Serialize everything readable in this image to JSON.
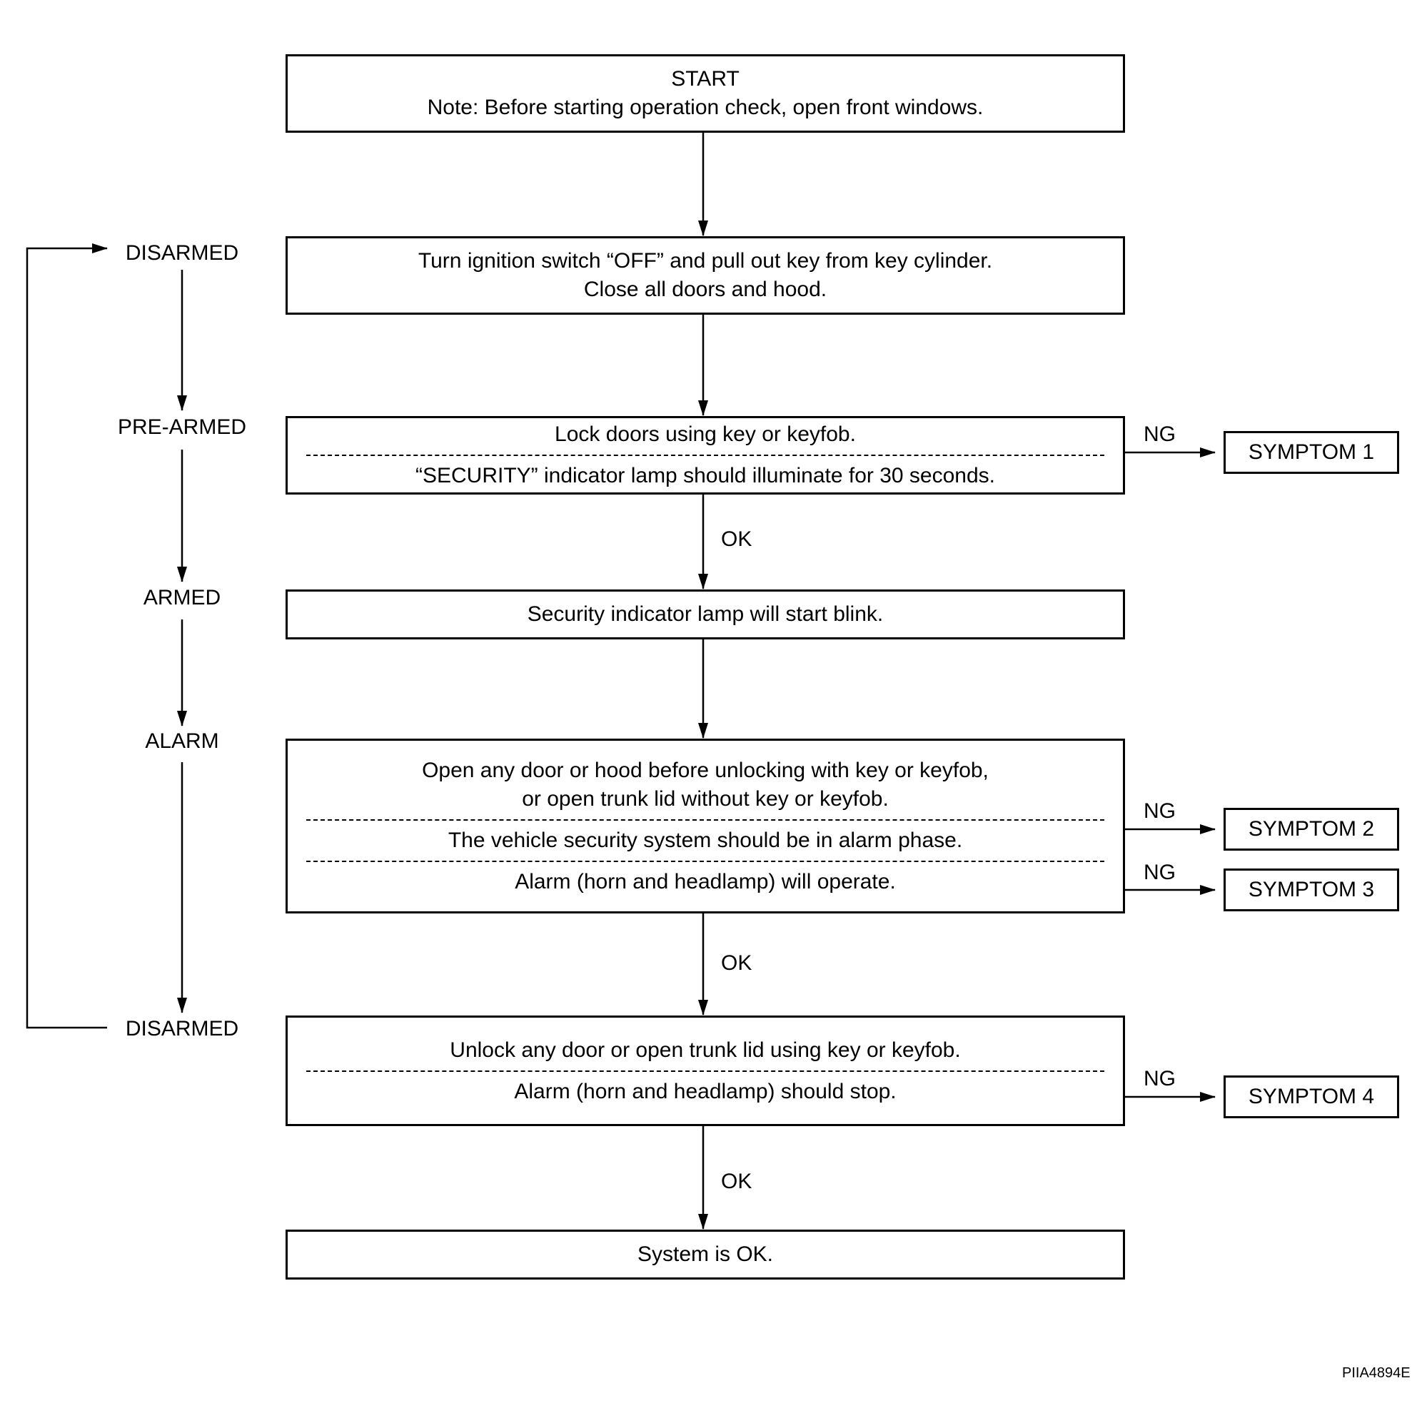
{
  "steps": {
    "start": {
      "title": "START",
      "note": "Note: Before starting operation check, open front windows."
    },
    "ignition": {
      "line1": "Turn ignition switch “OFF” and pull out key from key cylinder.",
      "line2": "Close all doors and hood."
    },
    "lock": {
      "action": "Lock doors using key or keyfob.",
      "expect": "“SECURITY” indicator lamp should illuminate for 30 seconds."
    },
    "blink": {
      "text": "Security indicator lamp will start blink."
    },
    "open": {
      "line1": "Open any door or hood before unlocking with key or keyfob,",
      "line2": "or open trunk lid without key or keyfob.",
      "expect1": "The vehicle security system should be in alarm phase.",
      "expect2": "Alarm (horn and headlamp) will operate."
    },
    "unlock": {
      "action": "Unlock any door or open trunk lid using key or keyfob.",
      "expect": "Alarm (horn and headlamp) should stop."
    },
    "ok": {
      "text": "System is OK."
    }
  },
  "states": {
    "disarmed_top": "DISARMED",
    "pre_armed": "PRE-ARMED",
    "armed": "ARMED",
    "alarm": "ALARM",
    "disarmed_bottom": "DISARMED"
  },
  "branches": {
    "ok": "OK",
    "ng": "NG"
  },
  "symptoms": {
    "s1": "SYMPTOM 1",
    "s2": "SYMPTOM 2",
    "s3": "SYMPTOM 3",
    "s4": "SYMPTOM 4"
  },
  "figure_code": "PIIA4894E"
}
